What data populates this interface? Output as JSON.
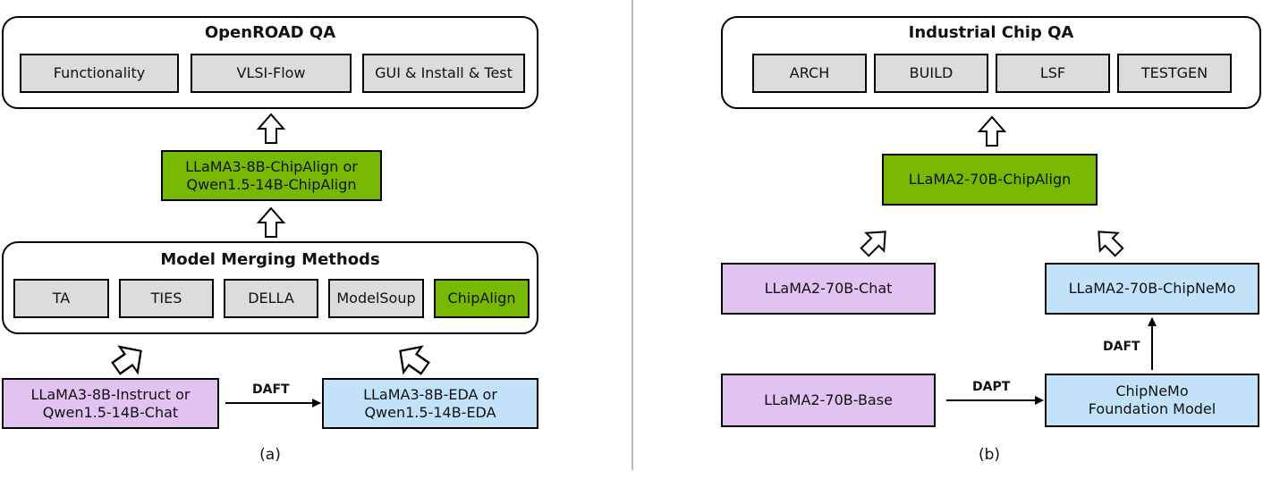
{
  "panel_a": {
    "openroad": {
      "title": "OpenROAD QA",
      "items": [
        "Functionality",
        "VLSI-Flow",
        "GUI & Install & Test"
      ]
    },
    "merged_model": {
      "line1": "LLaMA3-8B-ChipAlign or",
      "line2": "Qwen1.5-14B-ChipAlign"
    },
    "merging": {
      "title": "Model Merging Methods",
      "items": [
        "TA",
        "TIES",
        "DELLA",
        "ModelSoup",
        "ChipAlign"
      ]
    },
    "instruct_model": {
      "line1": "LLaMA3-8B-Instruct or",
      "line2": "Qwen1.5-14B-Chat"
    },
    "eda_model": {
      "line1": "LLaMA3-8B-EDA or",
      "line2": "Qwen1.5-14B-EDA"
    },
    "daft_label": "DAFT",
    "caption": "(a)"
  },
  "panel_b": {
    "industrial": {
      "title": "Industrial Chip QA",
      "items": [
        "ARCH",
        "BUILD",
        "LSF",
        "TESTGEN"
      ]
    },
    "chipalign": "LLaMA2-70B-ChipAlign",
    "chat": "LLaMA2-70B-Chat",
    "chipnemo": "LLaMA2-70B-ChipNeMo",
    "base": "LLaMA2-70B-Base",
    "foundation": {
      "line1": "ChipNeMo",
      "line2": "Foundation Model"
    },
    "dapt_label": "DAPT",
    "daft_label": "DAFT",
    "caption": "(b)"
  },
  "colors": {
    "gray": "#dcdcdc",
    "green": "#76b900",
    "purple": "#e2c2f0",
    "blue": "#c2e2fa",
    "divider": "#bbbbbb"
  }
}
